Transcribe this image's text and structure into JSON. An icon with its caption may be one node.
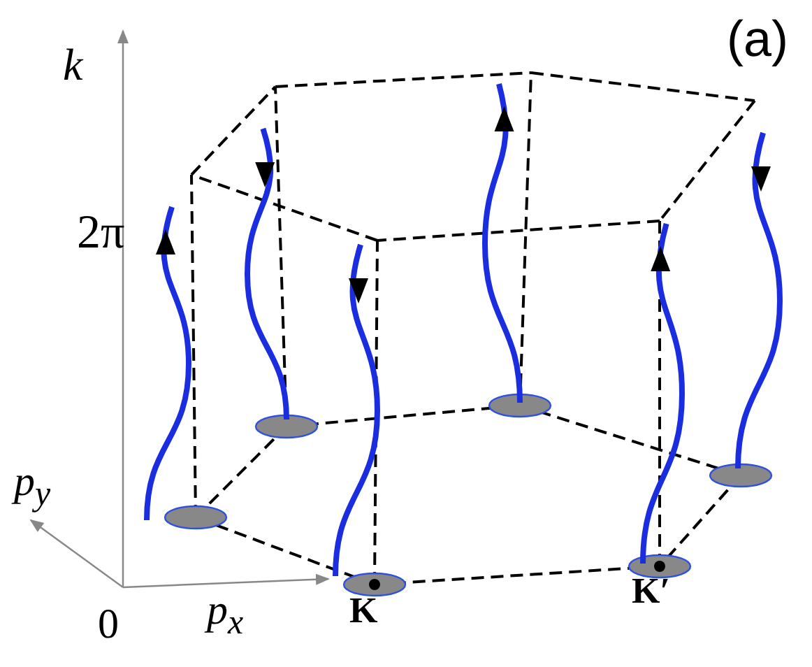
{
  "diagram": {
    "labels": [
      "(a)",
      "k",
      "2π",
      "p$_{y}$",
      "0",
      "p$_{x}$",
      "K",
      "K′"
    ]
  }
}
